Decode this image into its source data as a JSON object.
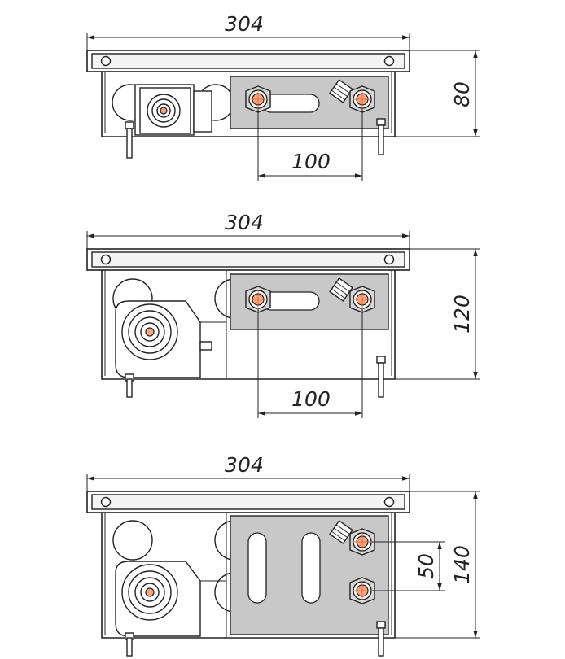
{
  "views": [
    {
      "id": "view-80",
      "width_label": "304",
      "height_label": "80",
      "spacing_label": "100"
    },
    {
      "id": "view-120",
      "width_label": "304",
      "height_label": "120",
      "spacing_label": "100"
    },
    {
      "id": "view-140",
      "width_label": "304",
      "height_label": "140",
      "spacing_label": "50"
    }
  ]
}
